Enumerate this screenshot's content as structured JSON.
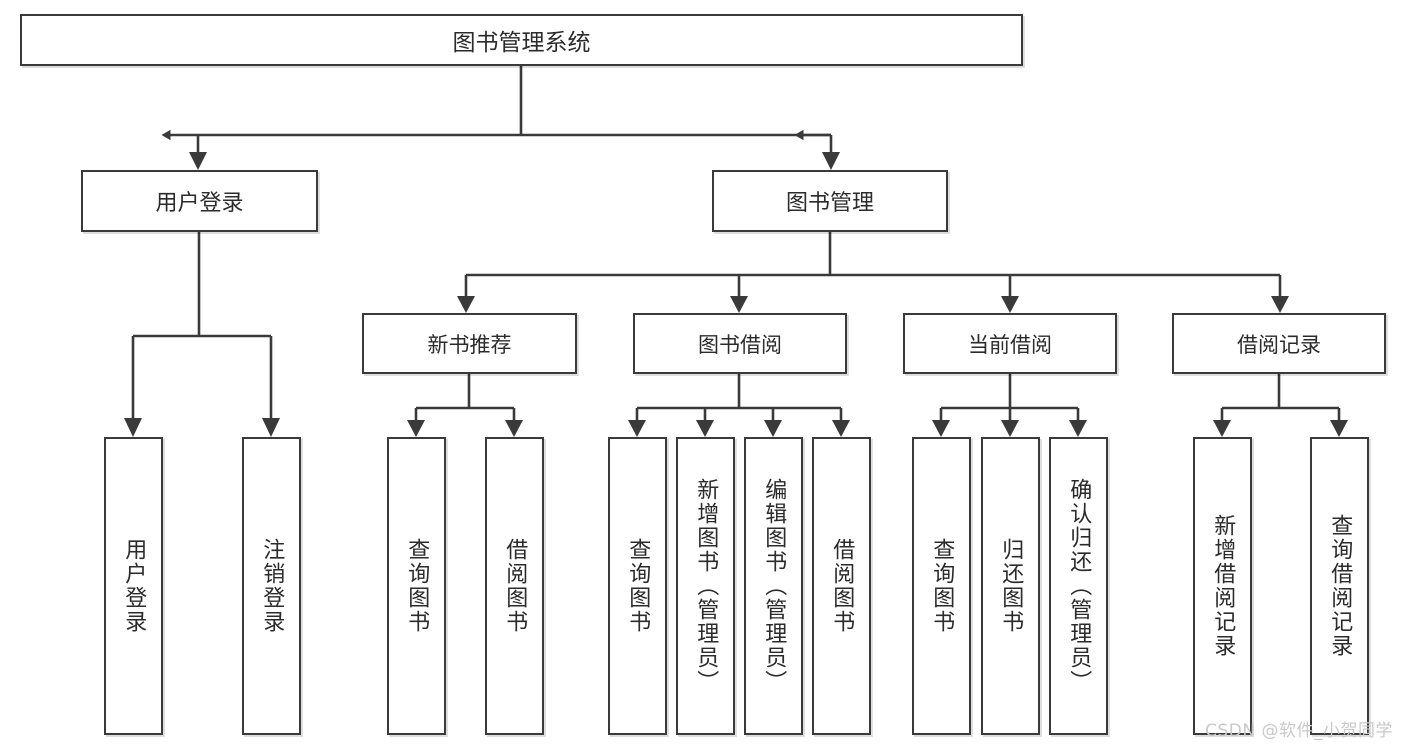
{
  "diagram": {
    "type": "tree",
    "title": "图书管理系统",
    "orientation": "top-down",
    "colors": {
      "box_border": "#3a3a3a",
      "box_fill": "#ffffff",
      "connector": "#3a3a3a",
      "text": "#2b2b2b",
      "watermark": "#c9c9c9"
    },
    "root": {
      "label": "图书管理系统"
    },
    "level1": [
      {
        "label": "用户登录"
      },
      {
        "label": "图书管理"
      }
    ],
    "level2": [
      {
        "label": "新书推荐"
      },
      {
        "label": "图书借阅"
      },
      {
        "label": "当前借阅"
      },
      {
        "label": "借阅记录"
      }
    ],
    "leaves": {
      "user_login": [
        {
          "label": "用户登录"
        },
        {
          "label": "注销登录"
        }
      ],
      "new_book_recommend": [
        {
          "label": "查询图书"
        },
        {
          "label": "借阅图书"
        }
      ],
      "book_borrow": [
        {
          "label": "查询图书"
        },
        {
          "label": "新增图书（管理员）"
        },
        {
          "label": "编辑图书（管理员）"
        },
        {
          "label": "借阅图书"
        }
      ],
      "current_borrow": [
        {
          "label": "查询图书"
        },
        {
          "label": "归还图书"
        },
        {
          "label": "确认归还（管理员）"
        }
      ],
      "borrow_record": [
        {
          "label": "新增借阅记录"
        },
        {
          "label": "查询借阅记录"
        }
      ]
    }
  },
  "watermark": {
    "text": "CSDN @软件_小贺同学"
  }
}
